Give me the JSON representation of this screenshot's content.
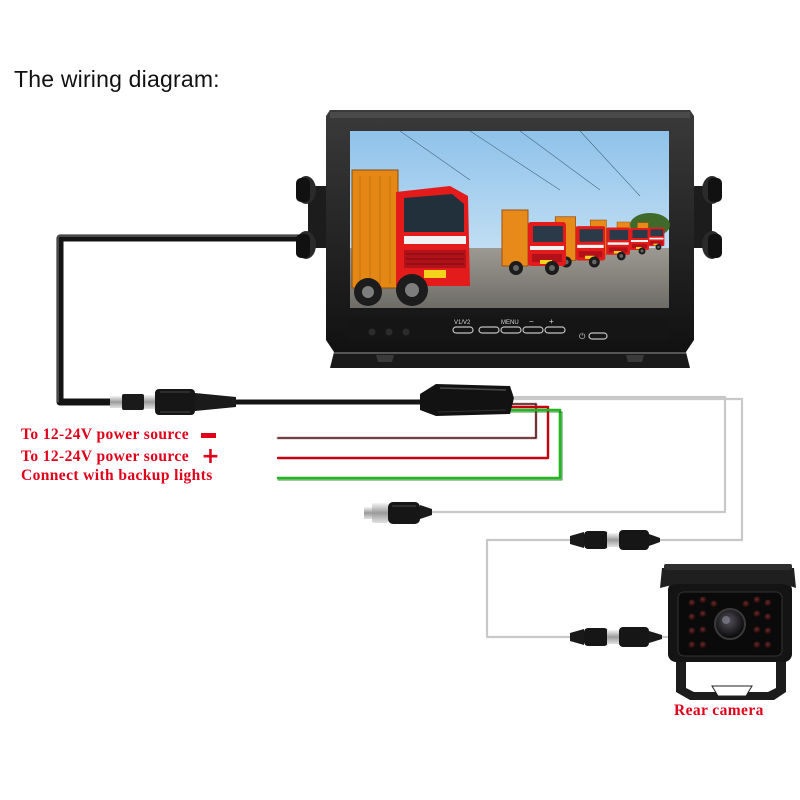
{
  "heading": "The wiring diagram:",
  "monitor": {
    "button_labels": [
      "V1/V2",
      "MENU",
      "−",
      "+"
    ],
    "power_symbol": "⏻"
  },
  "labels": {
    "negative": {
      "text": "To 12-24V power source",
      "sign": "−"
    },
    "positive": {
      "text": "To 12-24V power source",
      "sign": "+"
    },
    "accessory": {
      "text": "Connect with backup lights"
    },
    "camera": "Rear camera"
  },
  "colors": {
    "label_red": "#e0001a",
    "cable_black": "#141414",
    "wire_red": "#c40010",
    "wire_darkred": "#7a0a10",
    "wire_green": "#1fb81f",
    "wire_white": "#bfbfbf"
  }
}
